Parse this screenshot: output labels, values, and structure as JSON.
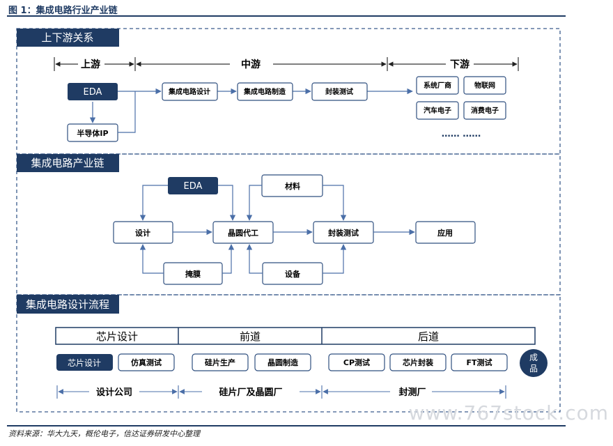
{
  "figure_title": "图 1：集成电路行业产业链",
  "source": "资料来源：华大九天，概伦电子，信达证券研发中心整理",
  "watermark": "www.767stock.com",
  "colors": {
    "navy": "#1f3b63",
    "dashed": "#3a5b8c",
    "box_border": "#2f4f7f",
    "arrow": "#4b6fa8"
  },
  "sections": {
    "upstream": {
      "title": "上下游关系",
      "ranges": [
        "上游",
        "中游",
        "下游"
      ],
      "eda": "EDA",
      "ip": "半导体IP",
      "mid": [
        "集成电路设计",
        "集成电路制造",
        "封装测试"
      ],
      "apps": [
        "系统厂商",
        "物联网",
        "汽车电子",
        "消费电子"
      ],
      "ellipsis": "…… ……"
    },
    "chain": {
      "title": "集成电路产业链",
      "eda": "EDA",
      "materials": "材料",
      "design": "设计",
      "foundry": "晶圆代工",
      "packaging": "封装测试",
      "application": "应用",
      "mask": "掩膜",
      "equipment": "设备"
    },
    "flow": {
      "title": "集成电路设计流程",
      "phases": [
        "芯片设计",
        "前道",
        "后道"
      ],
      "steps": [
        "芯片设计",
        "仿真测试",
        "硅片生产",
        "晶圆制造",
        "CP测试",
        "芯片封装",
        "FT测试"
      ],
      "product": [
        "成",
        "品"
      ],
      "bottom": [
        "设计公司",
        "硅片厂及晶圆厂",
        "封测厂"
      ]
    }
  }
}
